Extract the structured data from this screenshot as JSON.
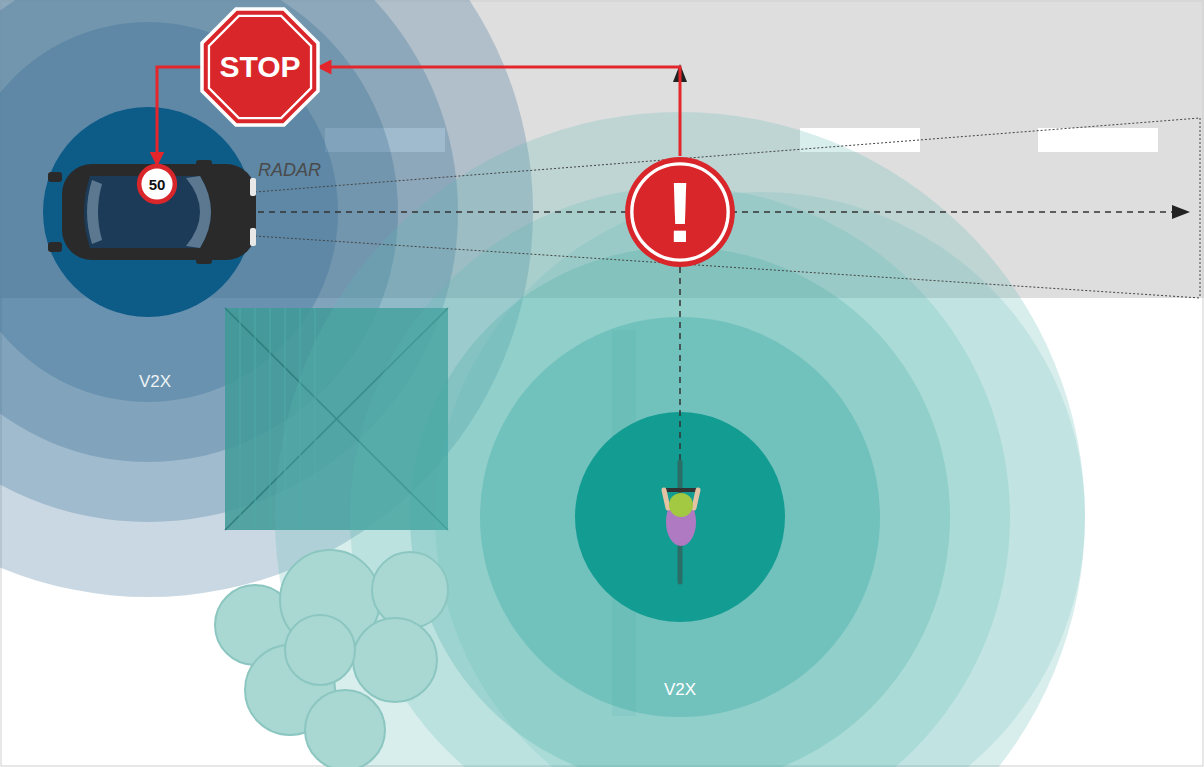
{
  "diagram": {
    "nodes": [
      {
        "text": [
          "STOP"
        ]
      },
      {
        "text": [
          "50"
        ]
      },
      {
        "text": [
          "!"
        ]
      }
    ],
    "edges": [
      {
        "from": 2,
        "to": 0,
        "arrow": "to"
      },
      {
        "from": 0,
        "to": 1,
        "arrow": "to"
      }
    ],
    "labels": [
      "RADAR",
      "V2X",
      "V2X"
    ]
  }
}
